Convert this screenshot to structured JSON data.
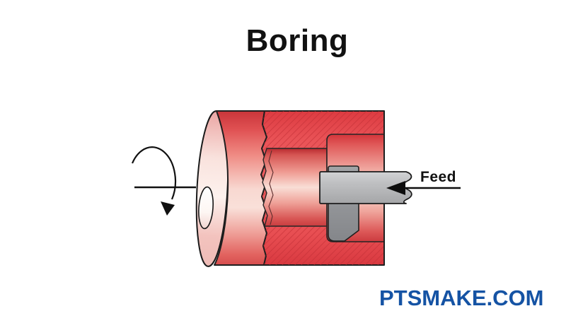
{
  "title": "Boring",
  "diagram": {
    "feed_label": "Feed",
    "icons": {
      "rotation_arrow": "rotation-direction-arrow",
      "feed_arrow": "feed-direction-arrow"
    }
  },
  "watermark": "PTSMAKE.COM",
  "colors": {
    "background": "#ffffff",
    "outline": "#1a1a1a",
    "text": "#111111",
    "workpiece_red": "#e74a4f",
    "workpiece_highlight": "#f8d8d1",
    "boring_bar_gray": "#bfc0c2",
    "cutting_tool_gray": "#94969a",
    "watermark_blue": "#1553a4"
  }
}
